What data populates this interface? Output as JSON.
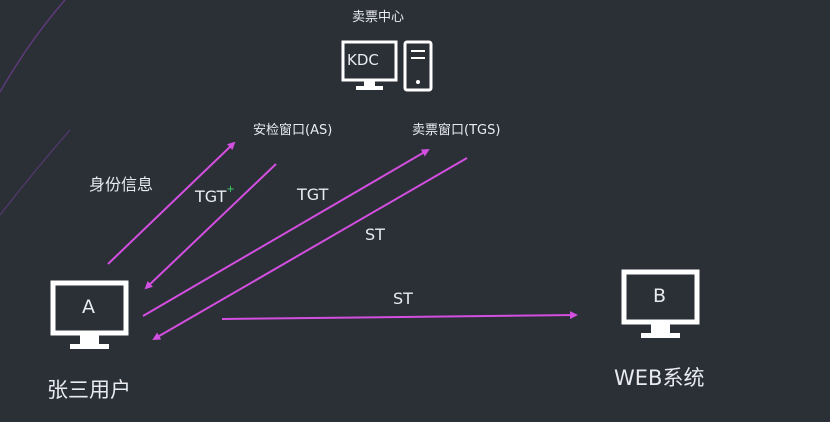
{
  "kdc": {
    "title": "卖票中心",
    "screen_text": "KDC"
  },
  "as_window": {
    "label": "安检窗口(AS)"
  },
  "tgs_window": {
    "label": "卖票窗口(TGS)"
  },
  "messages": {
    "identity": "身份信息",
    "tgt_plus": "TGT",
    "tgt_plus_mark": "+",
    "tgt": "TGT",
    "st_from_tgs": "ST",
    "st_to_web": "ST"
  },
  "user": {
    "screen_letter": "A",
    "label": "张三用户"
  },
  "web": {
    "screen_letter": "B",
    "label": "WEB系统"
  },
  "colors": {
    "background": "#2b2f36",
    "arrow": "#d34fe0",
    "icon": "#ffffff",
    "text": "#e9ebee",
    "plus_mark": "#3fd46b",
    "decor_curve": "#6a3d8a"
  }
}
